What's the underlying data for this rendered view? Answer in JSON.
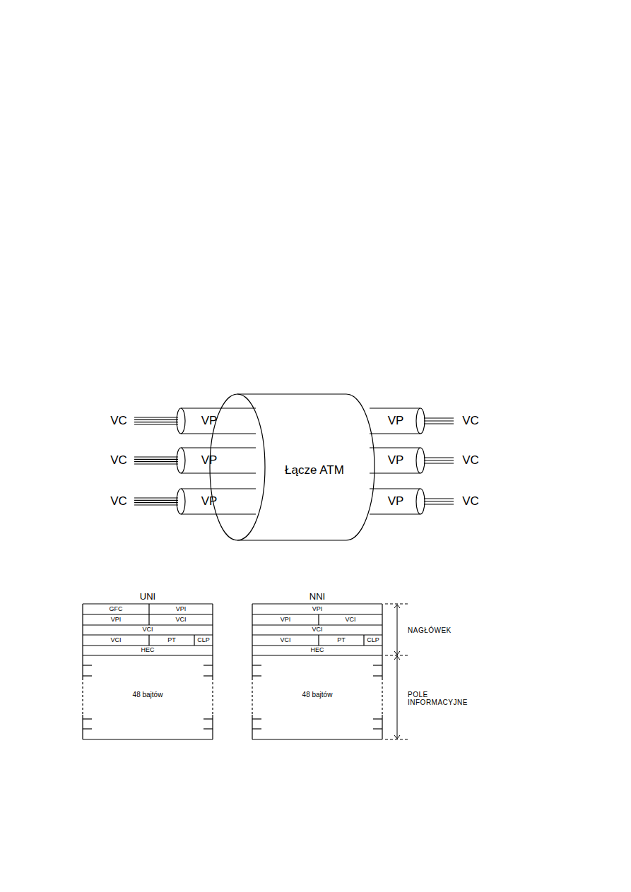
{
  "diagram": {
    "nodes": [
      {
        "text": [
          "Łącze ATM"
        ]
      },
      {
        "text": [
          "VP"
        ]
      },
      {
        "text": [
          "VP"
        ]
      },
      {
        "text": [
          "VP"
        ]
      },
      {
        "text": [
          "VP"
        ]
      },
      {
        "text": [
          "VP"
        ]
      },
      {
        "text": [
          "VP"
        ]
      }
    ],
    "labels": [
      "VC",
      "VC",
      "VC",
      "VC",
      "VC",
      "VC",
      "UNI",
      "GFC",
      "VPI",
      "VPI",
      "VCI",
      "VCI",
      "VCI",
      "PT",
      "CLP",
      "HEC",
      "48 bajtów",
      "NNI",
      "VPI",
      "VPI",
      "VCI",
      "VCI",
      "VCI",
      "PT",
      "CLP",
      "HEC",
      "48 bajtów",
      "NAGŁÓWEK",
      "POLE INFORMACYJNE"
    ]
  }
}
